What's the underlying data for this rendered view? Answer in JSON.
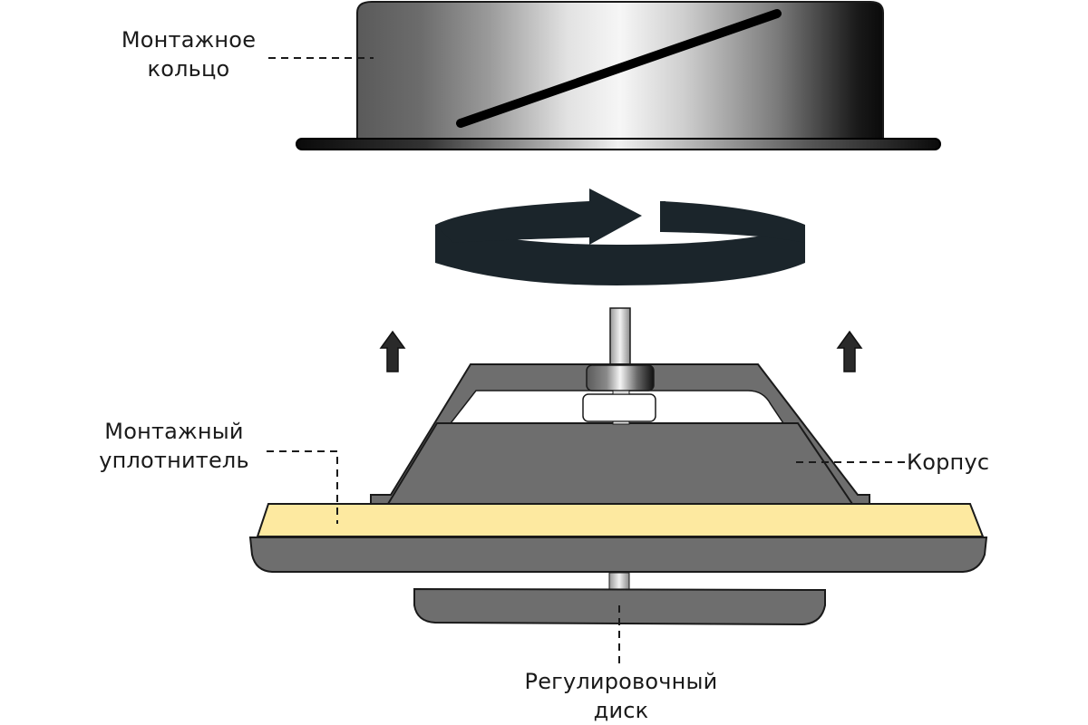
{
  "labels": {
    "mounting_ring": {
      "line1": "Монтажное",
      "line2": "кольцо"
    },
    "mounting_seal": {
      "line1": "Монтажный",
      "line2": "уплотнитель"
    },
    "housing": "Корпус",
    "adjustment_disc": {
      "line1": "Регулировочный",
      "line2": "диск"
    }
  },
  "colors": {
    "housing_gray": "#6e6e6e",
    "seal_yellow": "#fde9a0",
    "arrow_dark": "#1b252b",
    "outline": "#1a1a1a"
  }
}
